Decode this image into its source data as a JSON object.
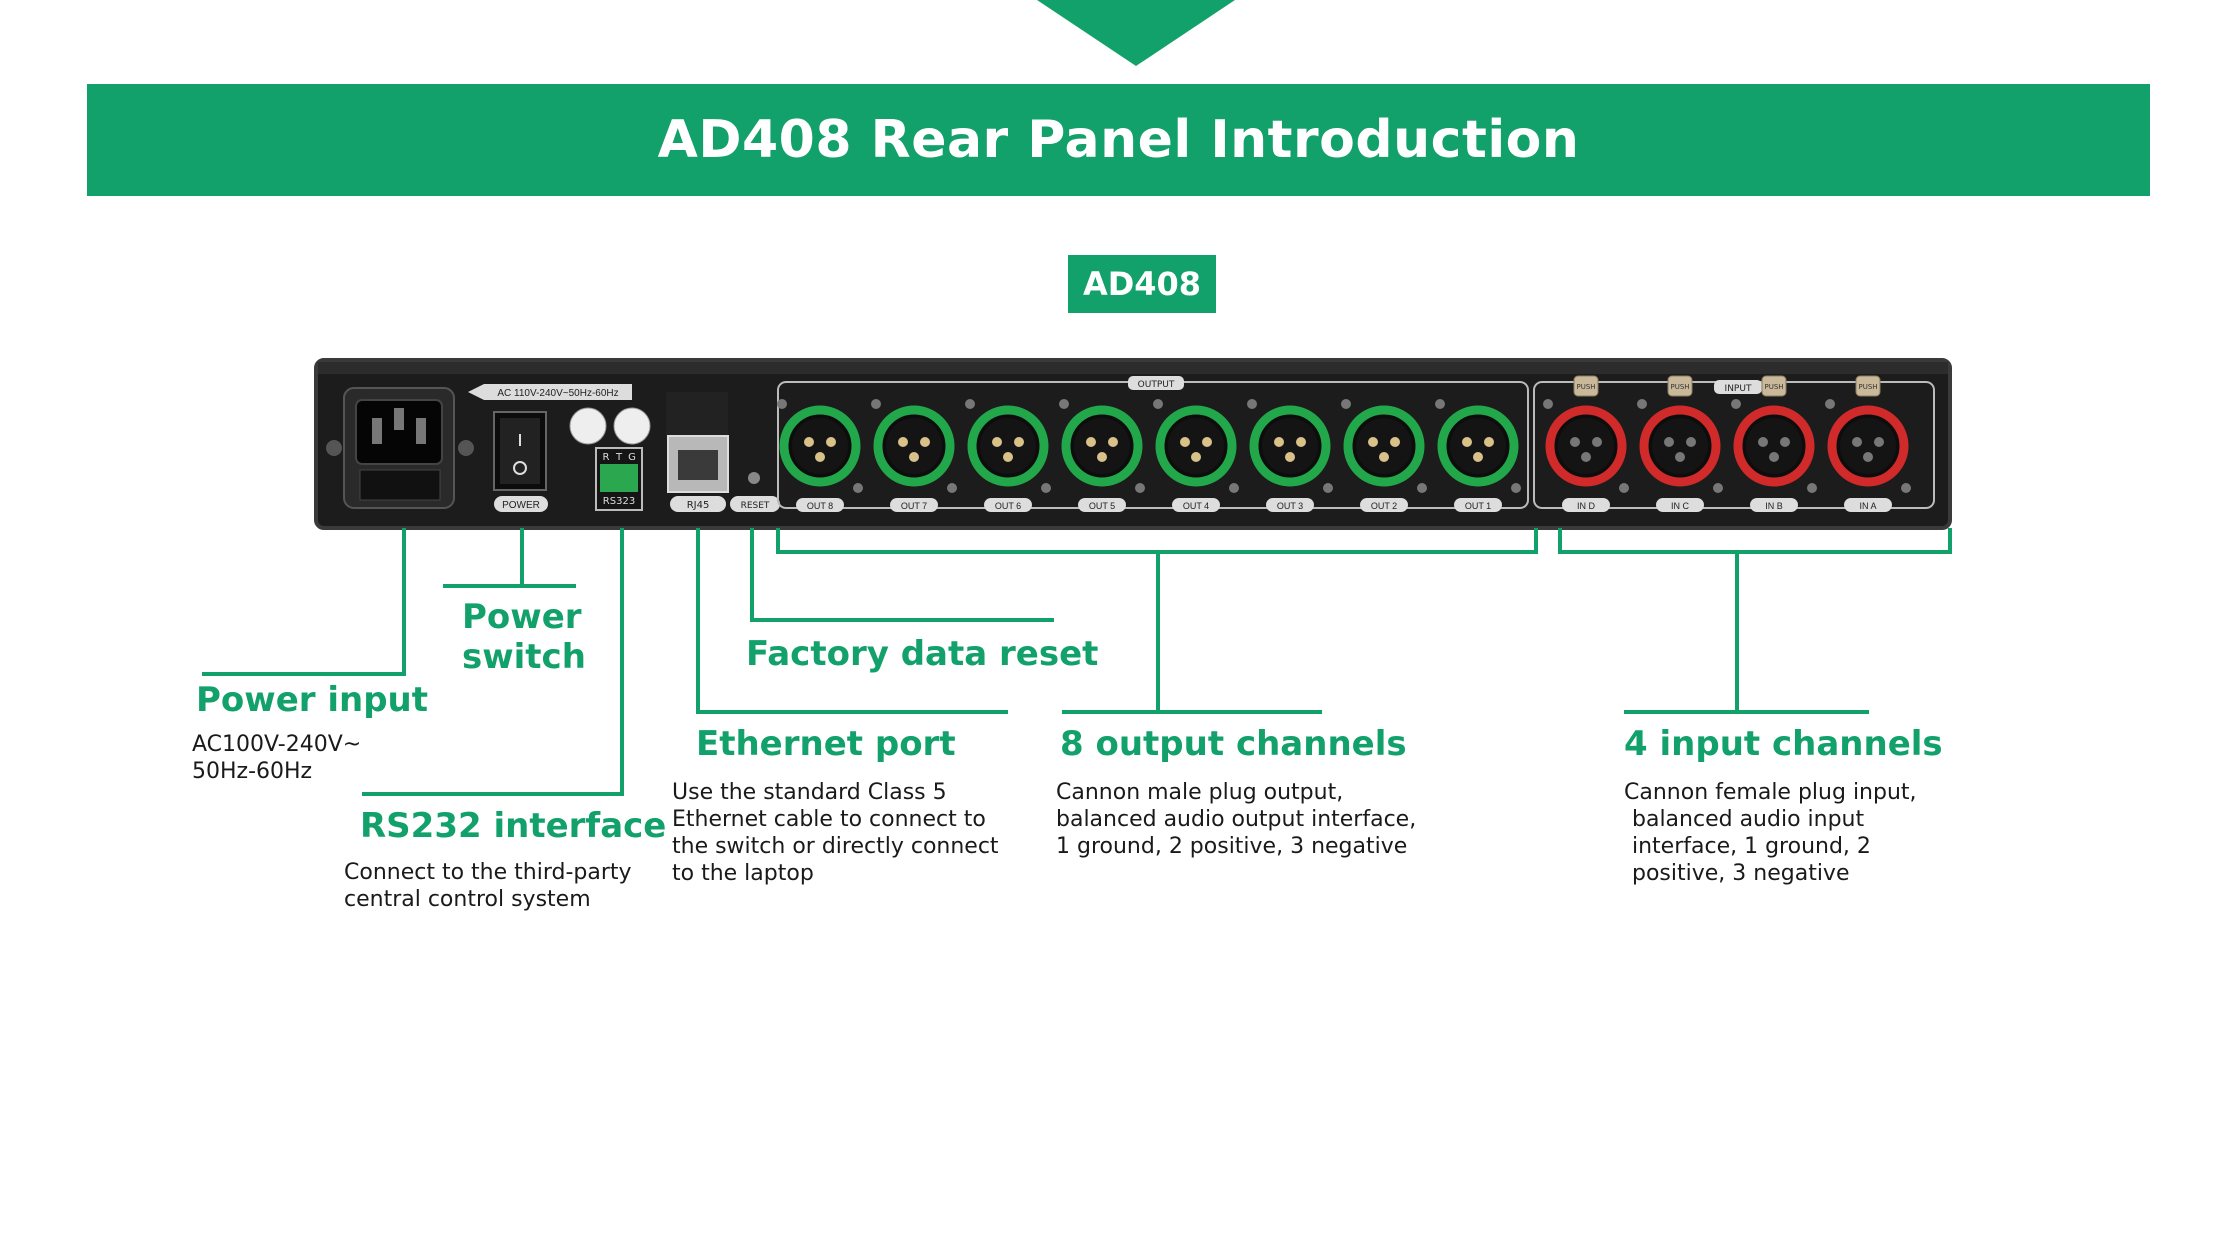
{
  "header": {
    "title": "AD408 Rear Panel Introduction",
    "model_badge": "AD408"
  },
  "device": {
    "voltage_label": "AC 110V-240V~50Hz-60Hz",
    "power_switch_label": "POWER",
    "rs232_pins": [
      "R",
      "T",
      "G"
    ],
    "rs232_label": "RS323",
    "rj45_label": "RJ45",
    "reset_label": "RESET",
    "output_group_label": "OUTPUT",
    "input_group_label": "INPUT",
    "push_label": "PUSH",
    "outputs": [
      "OUT 8",
      "OUT 7",
      "OUT 6",
      "OUT 5",
      "OUT 4",
      "OUT 3",
      "OUT 2",
      "OUT 1"
    ],
    "inputs": [
      "IN D",
      "IN C",
      "IN B",
      "IN A"
    ],
    "colors": {
      "accent": "#12A16B",
      "output_ring": "#22A84A",
      "input_ring": "#D12A2A",
      "chassis": "#1c1c1c"
    }
  },
  "callouts": {
    "power_input": {
      "title": "Power input",
      "desc": [
        "AC100V-240V~",
        "50Hz-60Hz"
      ]
    },
    "power_switch": {
      "title": [
        "Power",
        "switch"
      ]
    },
    "rs232": {
      "title": "RS232 interface",
      "desc": [
        "Connect to the third-party",
        "central control system"
      ]
    },
    "factory_reset": {
      "title": "Factory data reset"
    },
    "ethernet": {
      "title": "Ethernet port",
      "desc": [
        "Use the standard Class 5",
        "Ethernet cable to connect to",
        "the switch or directly connect",
        "to the laptop"
      ]
    },
    "outputs": {
      "title": "8 output channels",
      "desc": [
        "Cannon male plug output,",
        "balanced audio output interface,",
        "1 ground, 2 positive, 3 negative"
      ]
    },
    "inputs": {
      "title": "4 input channels",
      "desc": [
        "Cannon female plug input,",
        "balanced audio input",
        "interface, 1 ground, 2",
        "positive, 3 negative"
      ]
    }
  }
}
